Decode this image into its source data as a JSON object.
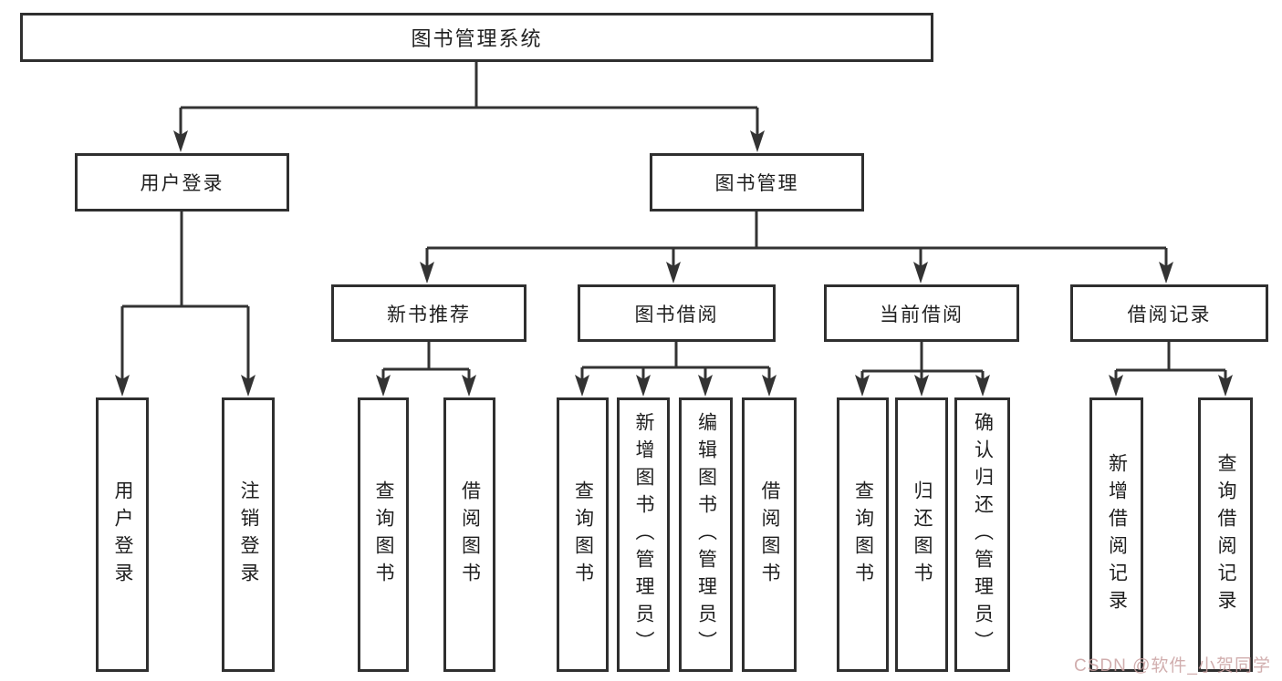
{
  "nodes": {
    "root": "图书管理系统",
    "level2": {
      "login": "用户登录",
      "manage": "图书管理"
    },
    "login_children": [
      "用户登录",
      "注销登录"
    ],
    "manage_children": [
      "新书推荐",
      "图书借阅",
      "当前借阅",
      "借阅记录"
    ],
    "newbook_children": [
      "查询图书",
      "借阅图书"
    ],
    "borrow_children": [
      "查询图书",
      "新增图书（管理员）",
      "编辑图书（管理员）",
      "借阅图书"
    ],
    "current_children": [
      "查询图书",
      "归还图书",
      "确认归还（管理员）"
    ],
    "record_children": [
      "新增借阅记录",
      "查询借阅记录"
    ]
  },
  "watermark": {
    "text": "CSDN @软件_小贺同学",
    "color": "#C9A0A0"
  },
  "colors": {
    "line": "#333333",
    "box_border": "#2F2F2F",
    "box_fill": "#FFFFFF",
    "text": "#1F1F1F",
    "background": "#FFFFFF"
  }
}
